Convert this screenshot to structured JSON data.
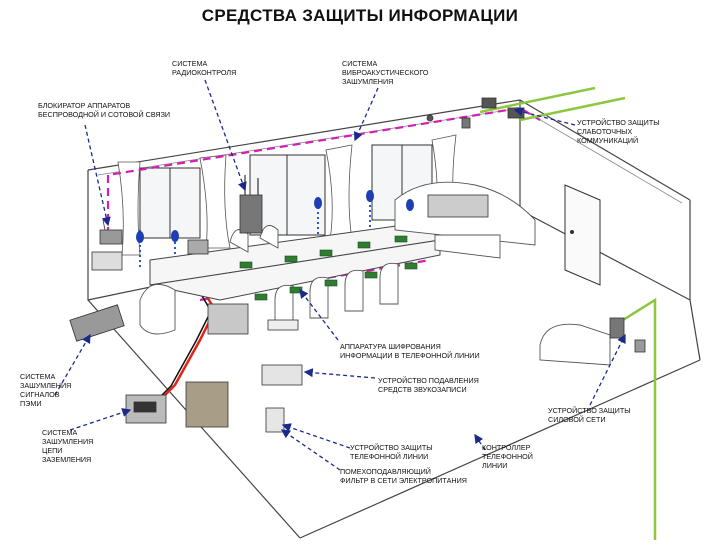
{
  "title": "СРЕДСТВА ЗАЩИТЫ ИНФОРМАЦИИ",
  "labels": {
    "radio_control": "СИСТЕМА\nРАДИОКОНТРОЛЯ",
    "vibro_noise": "СИСТЕМА\nВИБРОАКУСТИЧЕСКОГО\nЗАШУМЛЕНИЯ",
    "wireless_blocker": "БЛОКИРАТОР АППАРАТОВ\nБЕСПРОВОДНОЙ И СОТОВОЙ СВЯЗИ",
    "low_current": "УСТРОЙСТВО ЗАЩИТЫ\nСЛАБОТОЧНЫХ\nКОММУНИКАЦИЙ",
    "phone_encryption": "АППАРАТУРА ШИФРОВАНИЯ\nИНФОРМАЦИИ В ТЕЛЕФОННОЙ ЛИНИИ",
    "pemi_noise": "СИСТЕМА\nЗАШУМЛЕНИЯ\nСИГНАЛОВ\nПЭМИ",
    "sound_suppression": "УСТРОЙСТВО ПОДАВЛЕНИЯ\nСРЕДСТВ ЗВУКОЗАПИСИ",
    "power_protection": "УСТРОЙСТВО ЗАЩИТЫ\nСИЛОВОЙ СЕТИ",
    "ground_noise": "СИСТЕМА\nЗАШУМЛЕНИЯ\nЦЕПИ\nЗАЗЕМЛЕНИЯ",
    "phone_line_protection": "УСТРОЙСТВО ЗАЩИТЫ\nТЕЛЕФОННОЙ ЛИНИИ",
    "phone_controller": "КОНТРОЛЛЕР\nТЕЛЕФОННОЙ\nЛИНИИ",
    "power_filter": "ПОМЕХОПОДАВЛЯЮЩИЙ\nФИЛЬТР В СЕТИ ЭЛЕКТРОПИТАНИЯ"
  },
  "colors": {
    "wall": "#444444",
    "pointer": "#1a2a8a",
    "magenta_line": "#d21fb4",
    "blue_dots": "#2a56c8",
    "green_cable": "#8dc63f",
    "red_cable": "#e2231a",
    "device_green": "#2e7d32",
    "sensor_blue": "#1e3fb4"
  },
  "icons": [
    "radio-monitor-icon",
    "wireless-jammer-icon",
    "vibro-sensor-icon",
    "desk-phone-icon",
    "noise-generator-icon",
    "encryption-device-icon",
    "sound-jammer-icon",
    "power-socket-icon",
    "power-filter-icon",
    "outlet-protector-icon"
  ]
}
